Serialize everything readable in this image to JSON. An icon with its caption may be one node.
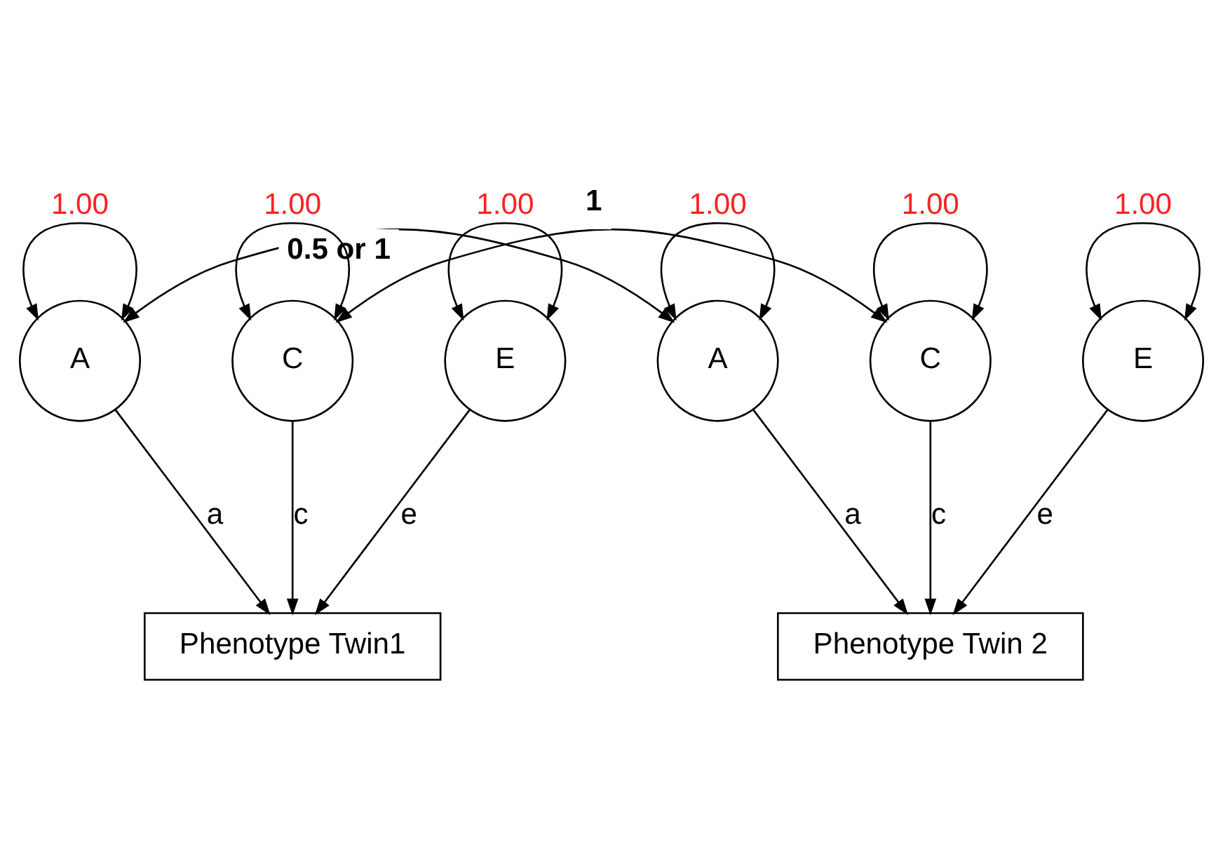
{
  "diagram": {
    "nodes": [
      {
        "text": [
          "A"
        ]
      },
      {
        "text": [
          "C"
        ]
      },
      {
        "text": [
          "E"
        ]
      },
      {
        "text": [
          "A"
        ]
      },
      {
        "text": [
          "C"
        ]
      },
      {
        "text": [
          "E"
        ]
      },
      {
        "text": [
          "Phenotype Twin1"
        ]
      },
      {
        "text": [
          "Phenotype Twin 2"
        ]
      }
    ],
    "edges": [
      {
        "from": 0,
        "to": 3,
        "arrow": "both",
        "label": "0.5 or 1"
      },
      {
        "from": 1,
        "to": 4,
        "arrow": "both",
        "label": "1"
      },
      {
        "from": 0,
        "to": 0,
        "arrow": "both",
        "label": "1.00"
      },
      {
        "from": 1,
        "to": 1,
        "arrow": "both",
        "label": "1.00"
      },
      {
        "from": 2,
        "to": 2,
        "arrow": "both",
        "label": "1.00"
      },
      {
        "from": 3,
        "to": 3,
        "arrow": "both",
        "label": "1.00"
      },
      {
        "from": 4,
        "to": 4,
        "arrow": "both",
        "label": "1.00"
      },
      {
        "from": 5,
        "to": 5,
        "arrow": "both",
        "label": "1.00"
      },
      {
        "from": 0,
        "to": 6,
        "arrow": "to",
        "label": "a"
      },
      {
        "from": 1,
        "to": 6,
        "arrow": "to",
        "label": "c"
      },
      {
        "from": 2,
        "to": 6,
        "arrow": "to",
        "label": "e"
      },
      {
        "from": 3,
        "to": 7,
        "arrow": "to",
        "label": "a"
      },
      {
        "from": 4,
        "to": 7,
        "arrow": "to",
        "label": "c"
      },
      {
        "from": 5,
        "to": 7,
        "arrow": "to",
        "label": "e"
      }
    ]
  }
}
